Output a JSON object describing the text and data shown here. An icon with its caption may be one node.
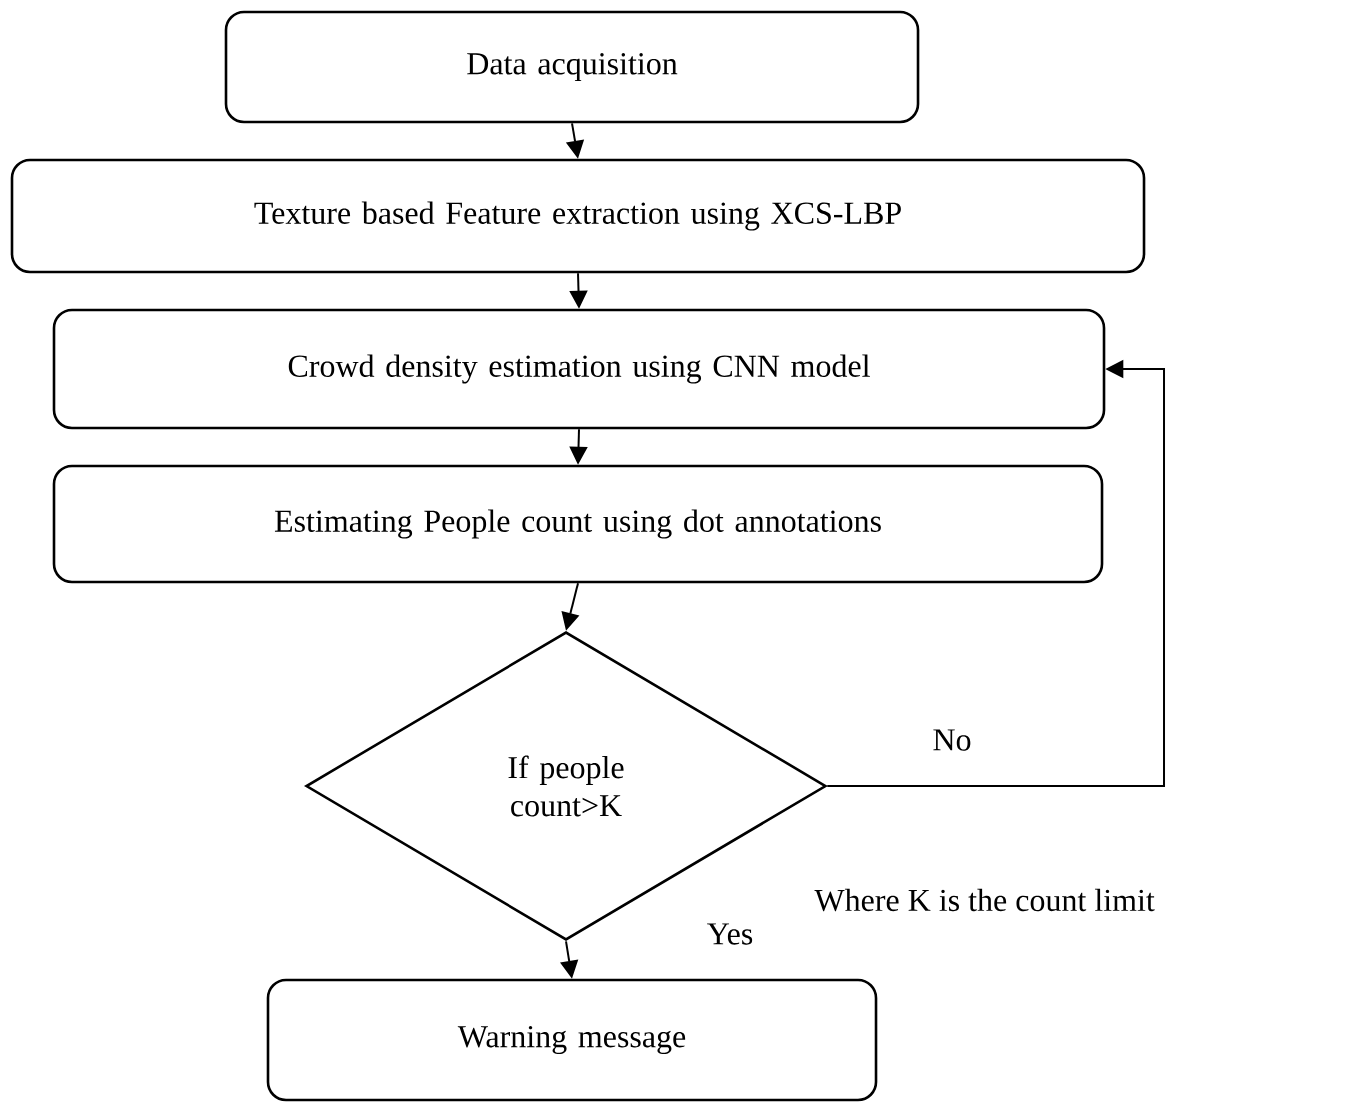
{
  "diagram": {
    "nodes": [
      {
        "text": [
          "Data acquisition"
        ]
      },
      {
        "text": [
          "Texture based Feature extraction using XCS-LBP"
        ]
      },
      {
        "text": [
          "Crowd density estimation using CNN model"
        ]
      },
      {
        "text": [
          "Estimating People count using dot annotations"
        ]
      },
      {
        "text": [
          "If people count>K"
        ]
      },
      {
        "text": [
          "Warning message"
        ]
      }
    ],
    "edges": [
      {
        "from": 0,
        "to": 1,
        "arrow": "to"
      },
      {
        "from": 1,
        "to": 2,
        "arrow": "to"
      },
      {
        "from": 2,
        "to": 3,
        "arrow": "to"
      },
      {
        "from": 3,
        "to": 4,
        "arrow": "to"
      },
      {
        "from": 4,
        "to": 2,
        "arrow": "to",
        "label": "No"
      },
      {
        "from": 4,
        "to": 5,
        "arrow": "to",
        "label": "Yes"
      }
    ],
    "labels": [
      "Where K is the count limit"
    ]
  }
}
